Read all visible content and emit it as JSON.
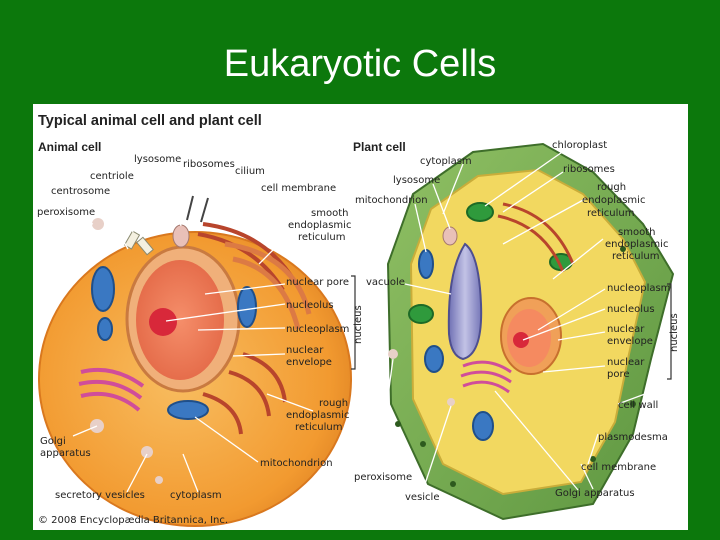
{
  "slide": {
    "title": "Eukaryotic Cells"
  },
  "figure": {
    "heading": "Typical animal cell and plant cell",
    "copyright": "© 2008 Encyclopædia Britannica, Inc."
  },
  "animal": {
    "heading": "Animal cell",
    "labels": {
      "lysosome": "lysosome",
      "ribosomes": "ribosomes",
      "cilium": "cilium",
      "centriole": "centriole",
      "centrosome": "centrosome",
      "cell_membrane": "cell membrane",
      "peroxisome": "peroxisome",
      "smooth_er": [
        "smooth",
        "endoplasmic",
        "reticulum"
      ],
      "nuclear_pore": "nuclear pore",
      "nucleolus": "nucleolus",
      "nucleoplasm": "nucleoplasm",
      "nuclear_envelope": [
        "nuclear",
        "envelope"
      ],
      "nucleus_bracket": "nucleus",
      "rough_er": [
        "rough",
        "endoplasmic",
        "reticulum"
      ],
      "golgi": [
        "Golgi",
        "apparatus"
      ],
      "mitochondrion": "mitochondrion",
      "secretory_vesicles": "secretory vesicles",
      "cytoplasm": "cytoplasm"
    }
  },
  "plant": {
    "heading": "Plant cell",
    "labels": {
      "chloroplast": "chloroplast",
      "cytoplasm": "cytoplasm",
      "ribosomes": "ribosomes",
      "lysosome": "lysosome",
      "rough_er": [
        "rough",
        "endoplasmic",
        "reticulum"
      ],
      "mitochondrion": "mitochondrion",
      "smooth_er": [
        "smooth",
        "endoplasmic",
        "reticulum"
      ],
      "vacuole": "vacuole",
      "nucleoplasm": "nucleoplasm",
      "nucleolus": "nucleolus",
      "nuclear_envelope": [
        "nuclear",
        "envelope"
      ],
      "nuclear_pore": [
        "nuclear",
        "pore"
      ],
      "nucleus_bracket": "nucleus",
      "cell_wall": "cell wall",
      "plasmodesma": "plasmodesma",
      "cell_membrane": "cell membrane",
      "peroxisome": "peroxisome",
      "vesicle": "vesicle",
      "golgi": "Golgi apparatus"
    }
  },
  "colors": {
    "background": "#0c780c",
    "animal_cytoplasm": "#f4a43a",
    "plant_wall": "#6fa84a",
    "plant_cytoplasm": "#f2d860",
    "vacuole": "#8d8ec6",
    "mitochondrion": "#3a78c2",
    "chloroplast": "#2f9a3c",
    "nucleolus": "#d8283a"
  }
}
